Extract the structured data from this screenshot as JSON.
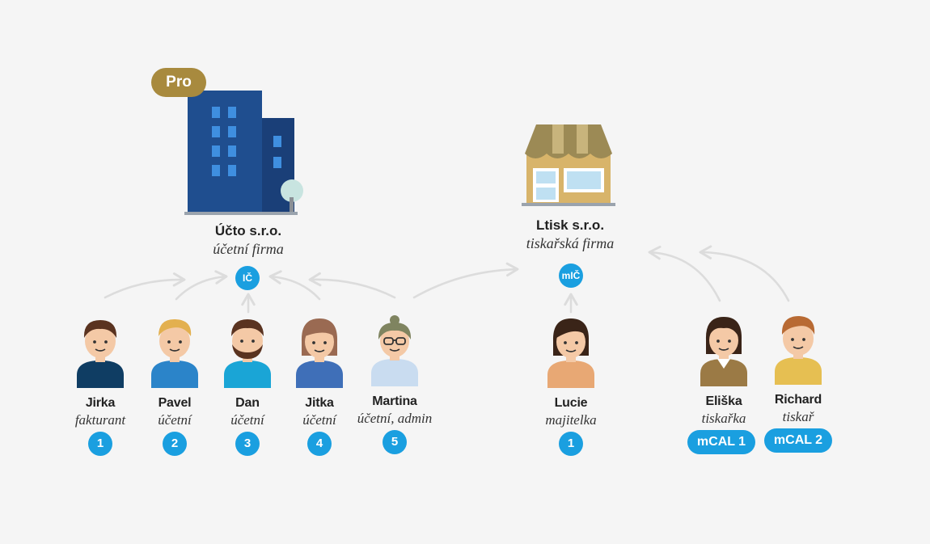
{
  "companies": [
    {
      "name": "Účto s.r.o.",
      "role": "účetní firma",
      "tier_badge": "Pro",
      "hub_label": "IČ",
      "icon": "office-building-icon"
    },
    {
      "name": "Ltisk s.r.o.",
      "role": "tiskařská firma",
      "hub_label": "mIČ",
      "icon": "shop-storefront-icon"
    }
  ],
  "people": [
    {
      "name": "Jirka",
      "role": "fakturant",
      "badge": "1",
      "icon": "person-avatar-icon"
    },
    {
      "name": "Pavel",
      "role": "účetní",
      "badge": "2",
      "icon": "person-avatar-icon"
    },
    {
      "name": "Dan",
      "role": "účetní",
      "badge": "3",
      "icon": "person-avatar-icon"
    },
    {
      "name": "Jitka",
      "role": "účetní",
      "badge": "4",
      "icon": "person-avatar-icon"
    },
    {
      "name": "Martina",
      "role": "účetní, admin",
      "badge": "5",
      "icon": "person-avatar-icon"
    },
    {
      "name": "Lucie",
      "role": "majitelka",
      "badge": "1",
      "icon": "person-avatar-icon"
    },
    {
      "name": "Eliška",
      "role": "tiskařka",
      "badge": "mCAL 1",
      "icon": "person-avatar-icon"
    },
    {
      "name": "Richard",
      "role": "tiskař",
      "badge": "mCAL 2",
      "icon": "person-avatar-icon"
    }
  ],
  "colors": {
    "accent": "#1a9fe0",
    "pro_badge": "#a88a3e",
    "building": "#1f4e8f",
    "shop": "#d8b46a",
    "arrow": "#dcdcdc",
    "background": "#f5f5f5"
  }
}
